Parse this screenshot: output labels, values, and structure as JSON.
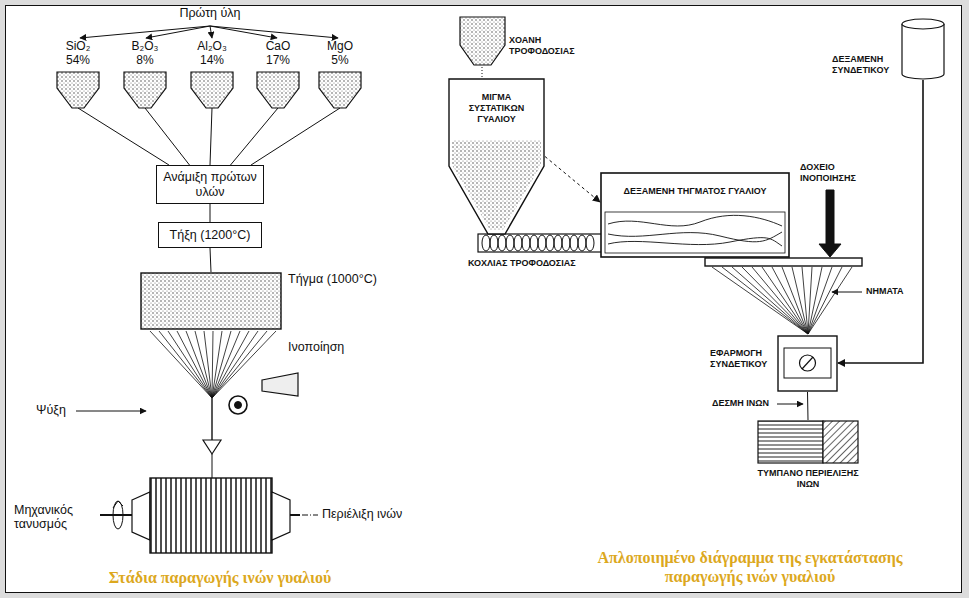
{
  "diagram": {
    "caption": "Στάδια παραγωγής ινών γυαλιού",
    "nodes": [
      {
        "text": [
          "SiO₂ 54%"
        ]
      },
      {
        "text": [
          "B₂O₃ 8%"
        ]
      },
      {
        "text": [
          "Al₂O₃ 14%"
        ]
      },
      {
        "text": [
          "CaO 17%"
        ]
      },
      {
        "text": [
          "MgO 5%"
        ]
      },
      {
        "text": [
          "Ανάμιξη πρώτων υλών"
        ]
      },
      {
        "text": [
          "Τήξη (1200°C)"
        ]
      },
      {
        "text": [
          "Τήγμα (1000°C)"
        ]
      },
      {
        "text": [
          "ΧΟΑΝΗ ΤΡΟΦΟΔΟΣΙΑΣ"
        ]
      },
      {
        "text": [
          "ΜΙΓΜΑ ΣΥΣΤΑΤΙΚΩΝ ΓΥΑΛΙΟΥ"
        ]
      },
      {
        "text": [
          "ΔΕΞΑΜΕΝΗ ΤΗΓΜΑΤΟΣ ΓΥΑΛΙΟΥ"
        ]
      },
      {
        "text": [
          "ΔΕΞΑΜΕΝΗ ΣΥΝΔΕΤΙΚΟΥ"
        ]
      },
      {
        "text": [
          "ΕΦΑΡΜΟΓΗ ΣΥΝΔΕΤΙΚΟΥ"
        ]
      },
      {
        "text": [
          "ΤΥΜΠΑΝΟ ΠΕΡΙΕΛΙΞΗΣ ΙΝΩΝ"
        ]
      }
    ],
    "edges": [
      {
        "from": 0,
        "to": 5,
        "arrow": "none"
      },
      {
        "from": 1,
        "to": 5,
        "arrow": "none"
      },
      {
        "from": 2,
        "to": 5,
        "arrow": "none"
      },
      {
        "from": 3,
        "to": 5,
        "arrow": "none"
      },
      {
        "from": 4,
        "to": 5,
        "arrow": "none"
      },
      {
        "from": 5,
        "to": 6,
        "arrow": "none"
      },
      {
        "from": 6,
        "to": 7,
        "arrow": "none"
      },
      {
        "from": 9,
        "to": 10,
        "arrow": "to"
      },
      {
        "from": 11,
        "to": 12,
        "arrow": "to"
      },
      {
        "from": 12,
        "to": 13,
        "arrow": "none"
      }
    ],
    "labels": [
      "Πρώτη ύλη",
      "Ινοποίηση",
      "Ψύξη",
      "Μηχανικός τανυσμός",
      "Περιέλιξη ινών",
      "ΚΟΧΛΙΑΣ ΤΡΟΦΟΔΟΣΙΑΣ",
      "ΔΟΧΕΙΟ ΙΝΟΠΟΙΗΣΗΣ",
      "ΝΗΜΑΤΑ",
      "ΔΕΣΜΗ ΙΝΩΝ",
      "Απλοποιημένο διάγραμμα της εγκατάστασης παραγωγής ινών γυαλιού"
    ]
  }
}
